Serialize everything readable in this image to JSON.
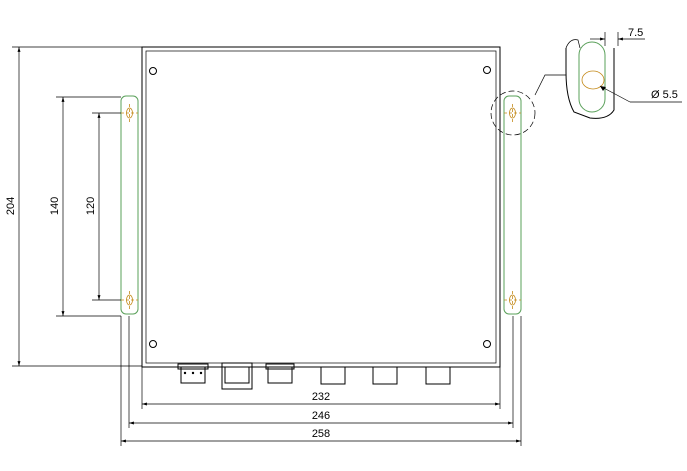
{
  "dimensions": {
    "height_overall": "204",
    "hole_spacing_outer": "140",
    "hole_spacing_inner": "120",
    "width_body": "232",
    "width_flange": "246",
    "width_overall": "258"
  },
  "detail": {
    "slot_width": "7.5",
    "hole_diameter": "Ø 5.5"
  },
  "colors": {
    "outline": "#000000",
    "mounting_flange": "#5aa05a",
    "hole_center": "#c48a1a"
  }
}
